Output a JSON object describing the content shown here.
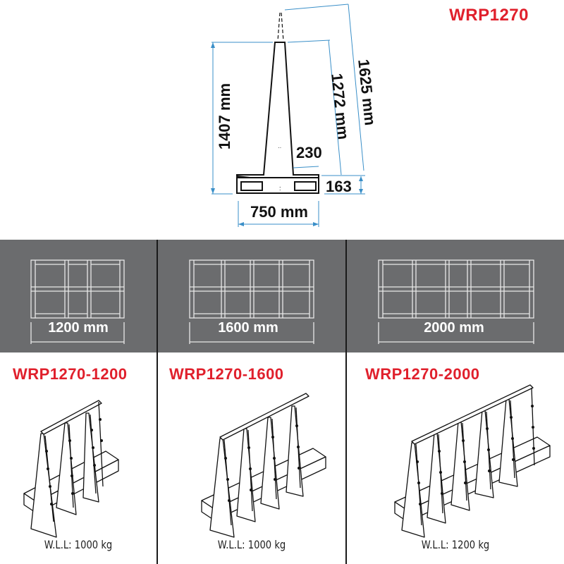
{
  "header": {
    "model": "WRP1270"
  },
  "front_view": {
    "dimensions": {
      "total_height": "1407 mm",
      "support_height": "1272 mm",
      "diagonal_height": "1625 mm",
      "base_width": "750 mm",
      "foot_depth": "230",
      "base_height": "163"
    },
    "colors": {
      "dimension_line": "#3a8fc8",
      "title_red": "#e0202c"
    }
  },
  "lengths_band": {
    "background": "#6b6c6e",
    "items": [
      {
        "label": "1200 mm",
        "bays": 3
      },
      {
        "label": "1600 mm",
        "bays": 4
      },
      {
        "label": "2000 mm",
        "bays": 5
      }
    ]
  },
  "variants": [
    {
      "name": "WRP1270-1200",
      "wll": "W.L.L:  1000 kg"
    },
    {
      "name": "WRP1270-1600",
      "wll": "W.L.L:  1000 kg"
    },
    {
      "name": "WRP1270-2000",
      "wll": "W.L.L:  1200 kg"
    }
  ]
}
